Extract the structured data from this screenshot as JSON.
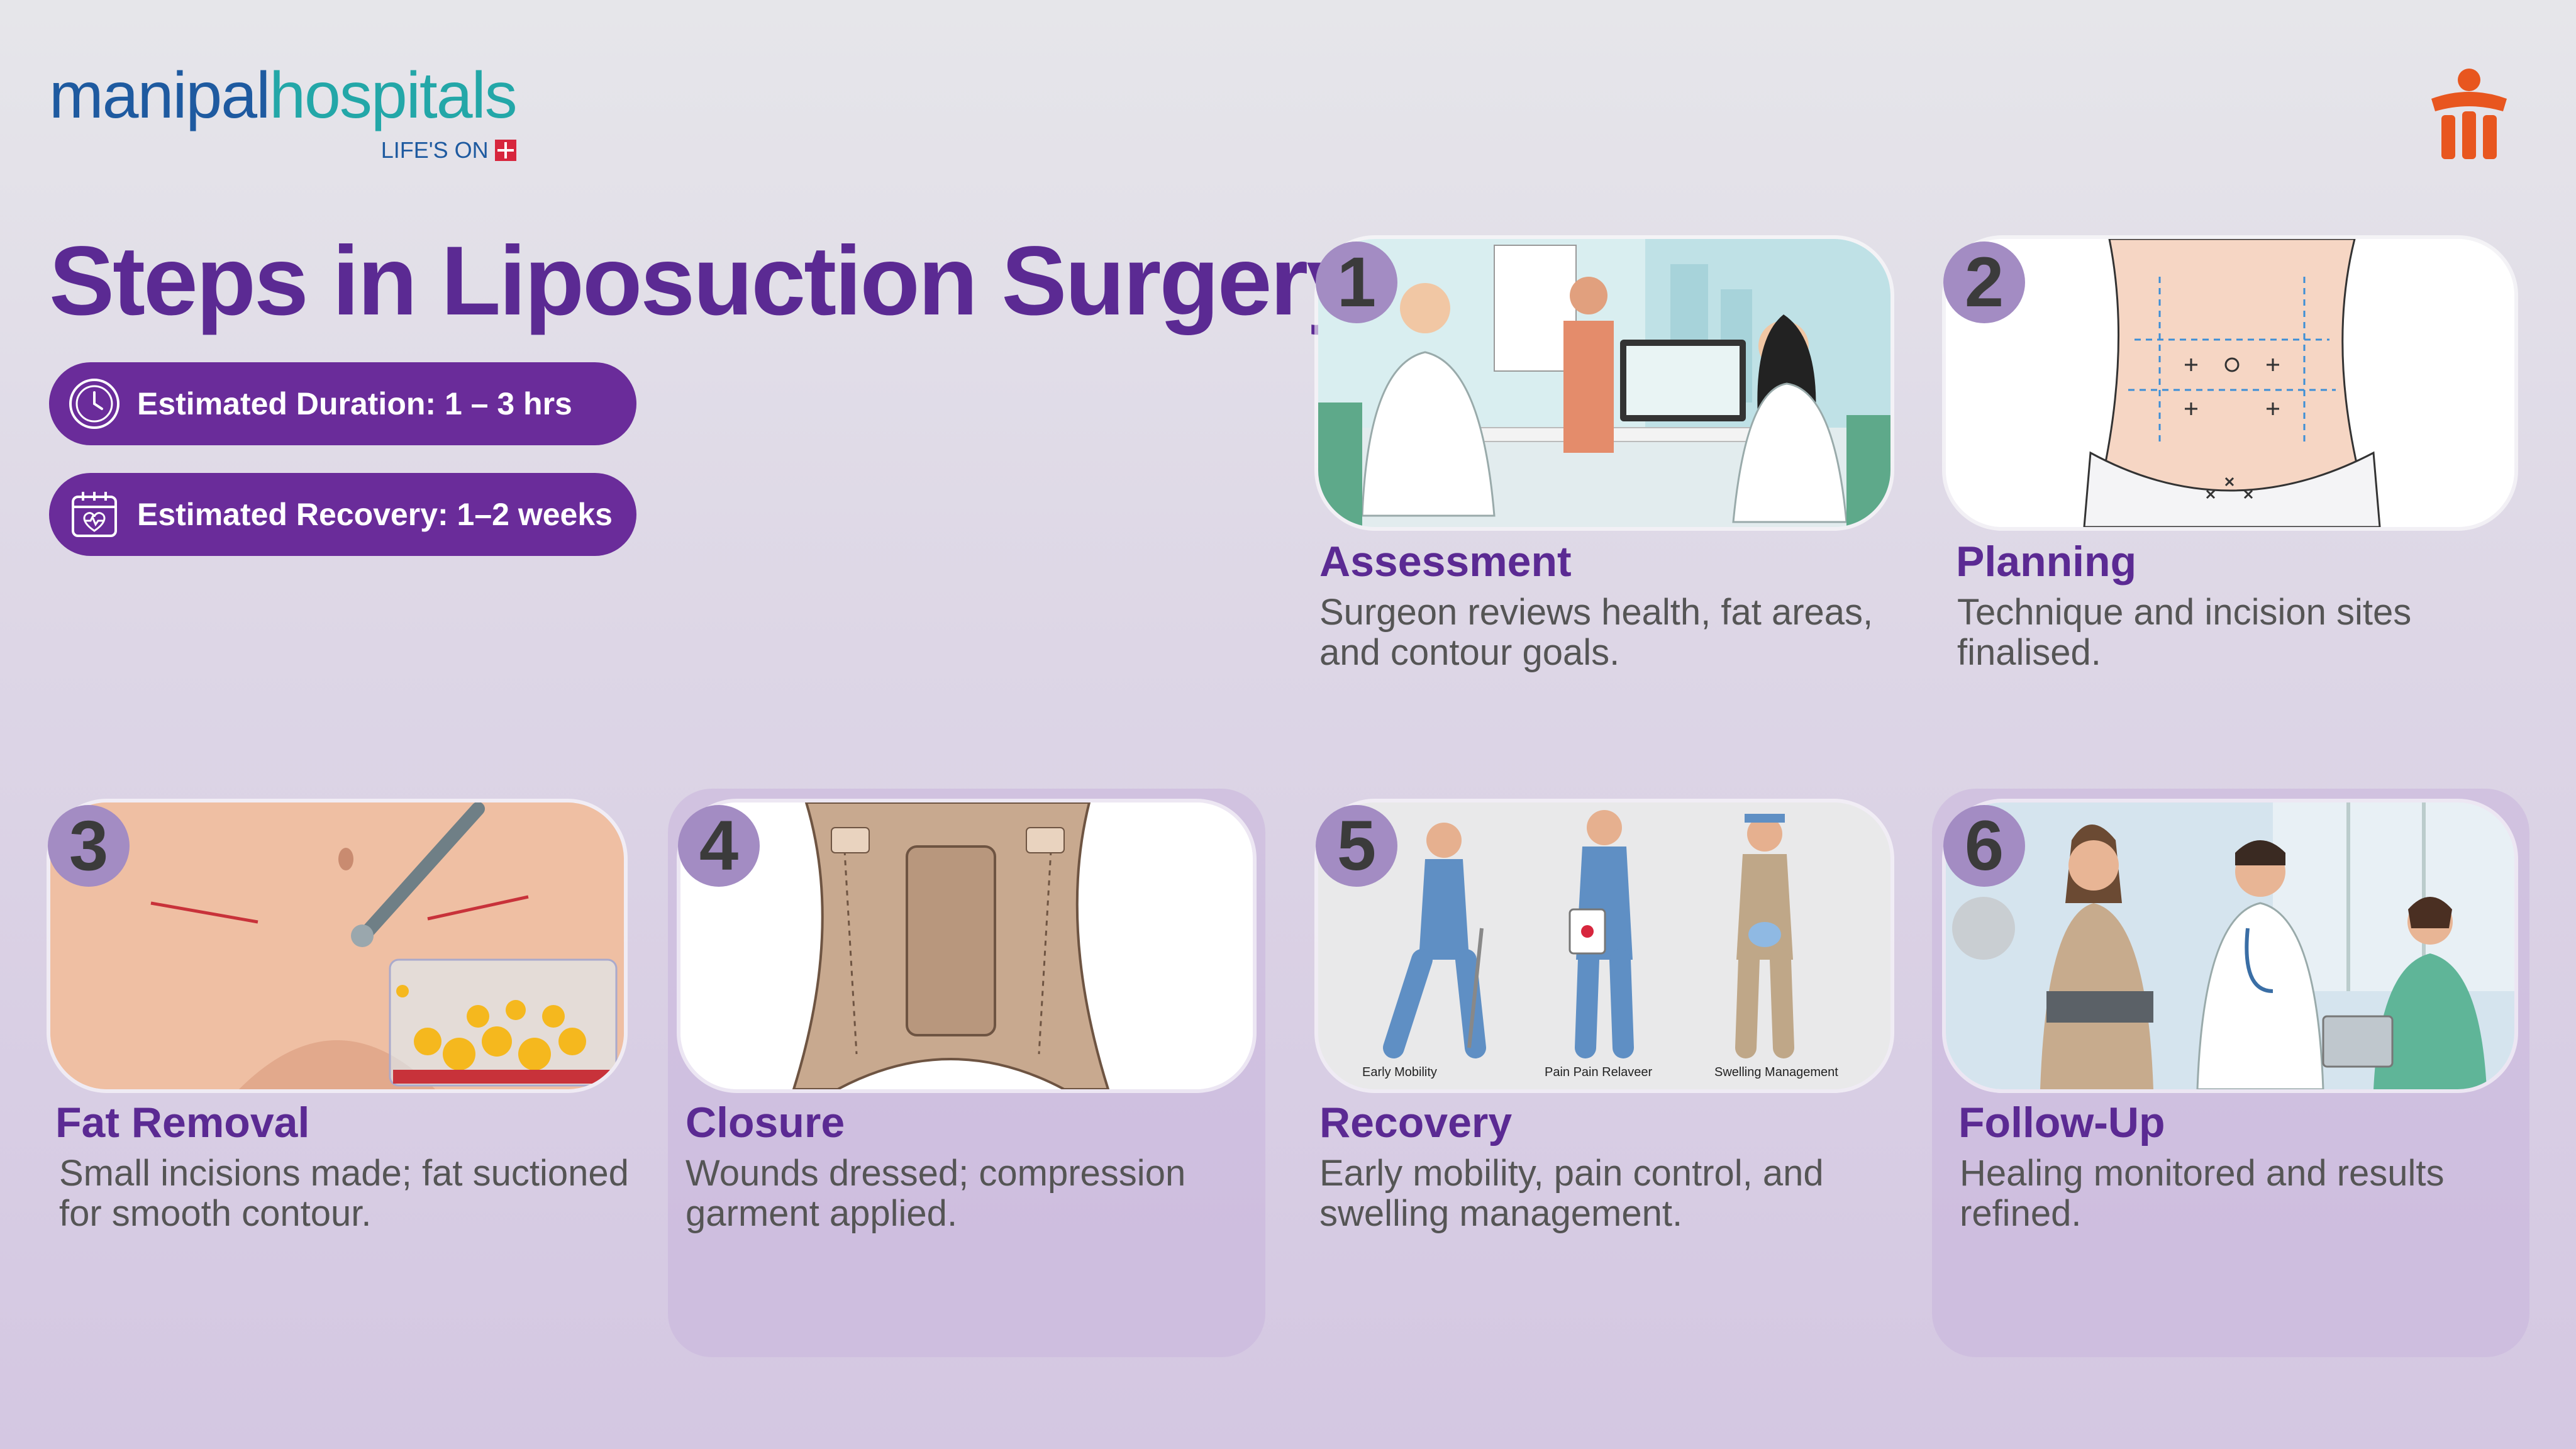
{
  "brand": {
    "name_part1": "manipal",
    "name_part2": "hospitals",
    "tagline": "LIFE'S ON",
    "colors": {
      "blue": "#1e5aa0",
      "teal": "#23a7a8",
      "red": "#d7263d",
      "orange": "#e8561f"
    }
  },
  "title": "Steps in Liposuction Surgery",
  "info": [
    {
      "icon": "clock-icon",
      "label": "Estimated Duration: 1 – 3 hrs"
    },
    {
      "icon": "calendar-heart-icon",
      "label": "Estimated Recovery: 1–2 weeks"
    }
  ],
  "theme": {
    "purple": "#5b2a93",
    "pill": "#6a2c9a",
    "badge": "#a38cc3"
  },
  "steps": [
    {
      "number": "1",
      "title": "Assessment",
      "description": "Surgeon reviews health, fat areas, and contour goals.",
      "illustration": "doctor-consultation"
    },
    {
      "number": "2",
      "title": "Planning",
      "description": "Technique and incision sites finalised.",
      "illustration": "abdomen-markings"
    },
    {
      "number": "3",
      "title": "Fat Removal",
      "description": "Small incisions made; fat suctioned for smooth contour.",
      "illustration": "cannula-suction"
    },
    {
      "number": "4",
      "title": "Closure",
      "description": "Wounds dressed; compression garment applied.",
      "illustration": "compression-garment"
    },
    {
      "number": "5",
      "title": "Recovery",
      "description": "Early mobility, pain control, and swelling management.",
      "illustration": "recovery-figures",
      "captions": [
        "Early Mobility",
        "Pain Pain Relaveer",
        "Swelling Management"
      ]
    },
    {
      "number": "6",
      "title": "Follow-Up",
      "description": "Healing monitored and results refined.",
      "illustration": "follow-up-visit"
    }
  ]
}
